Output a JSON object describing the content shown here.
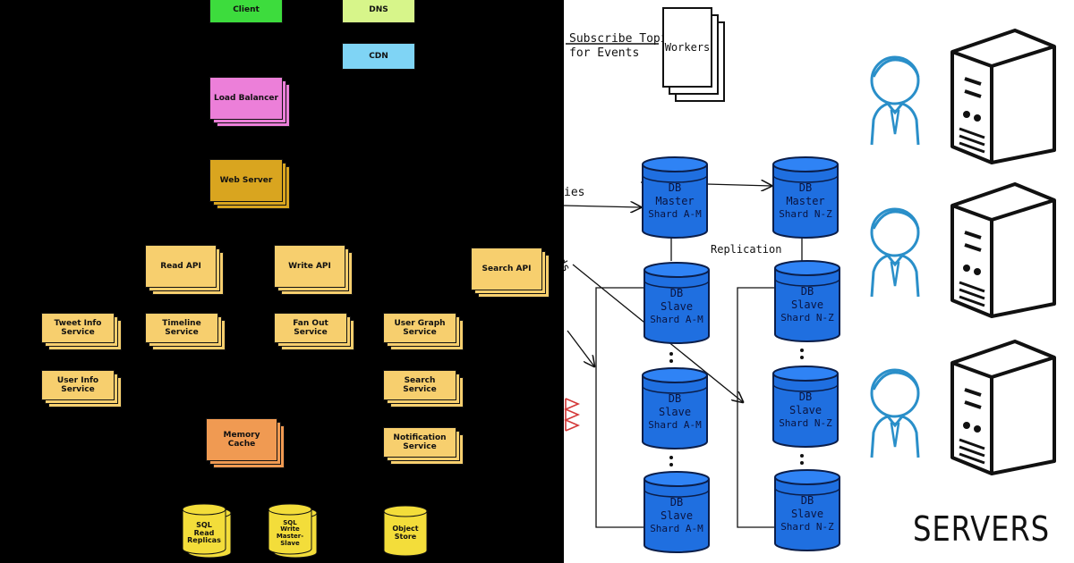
{
  "left_diagram": {
    "client": "Client",
    "dns": "DNS",
    "cdn": "CDN",
    "load_balancer": "Load Balancer",
    "web_server": "Web Server",
    "read_api": "Read API",
    "write_api": "Write API",
    "search_api": "Search API",
    "tweet_info": "Tweet Info\nService",
    "timeline": "Timeline\nService",
    "fan_out": "Fan Out\nService",
    "user_graph": "User Graph\nService",
    "user_info": "User Info\nService",
    "search_service": "Search\nService",
    "memory_cache": "Memory Cache",
    "notification": "Notification\nService",
    "sql_read": "SQL\nRead\nReplicas",
    "sql_write": "SQL\nWrite\nMaster-\nSlave",
    "object_store": "Object\nStore"
  },
  "middle_diagram": {
    "subscribe_text": "Subscribe Topic\nfor Events",
    "workers": "Workers",
    "replication": "Replication",
    "partial_left_1": "ies",
    "partial_left_2": "ds",
    "db_label": "DB",
    "master_label": "Master",
    "slave_label": "Slave",
    "shard_am": "Shard A-M",
    "shard_nz": "Shard N-Z"
  },
  "right_diagram": {
    "title": "SERVERS"
  },
  "colors": {
    "db_blue": "#1f6fe0",
    "person_blue": "#2a8fc9"
  }
}
